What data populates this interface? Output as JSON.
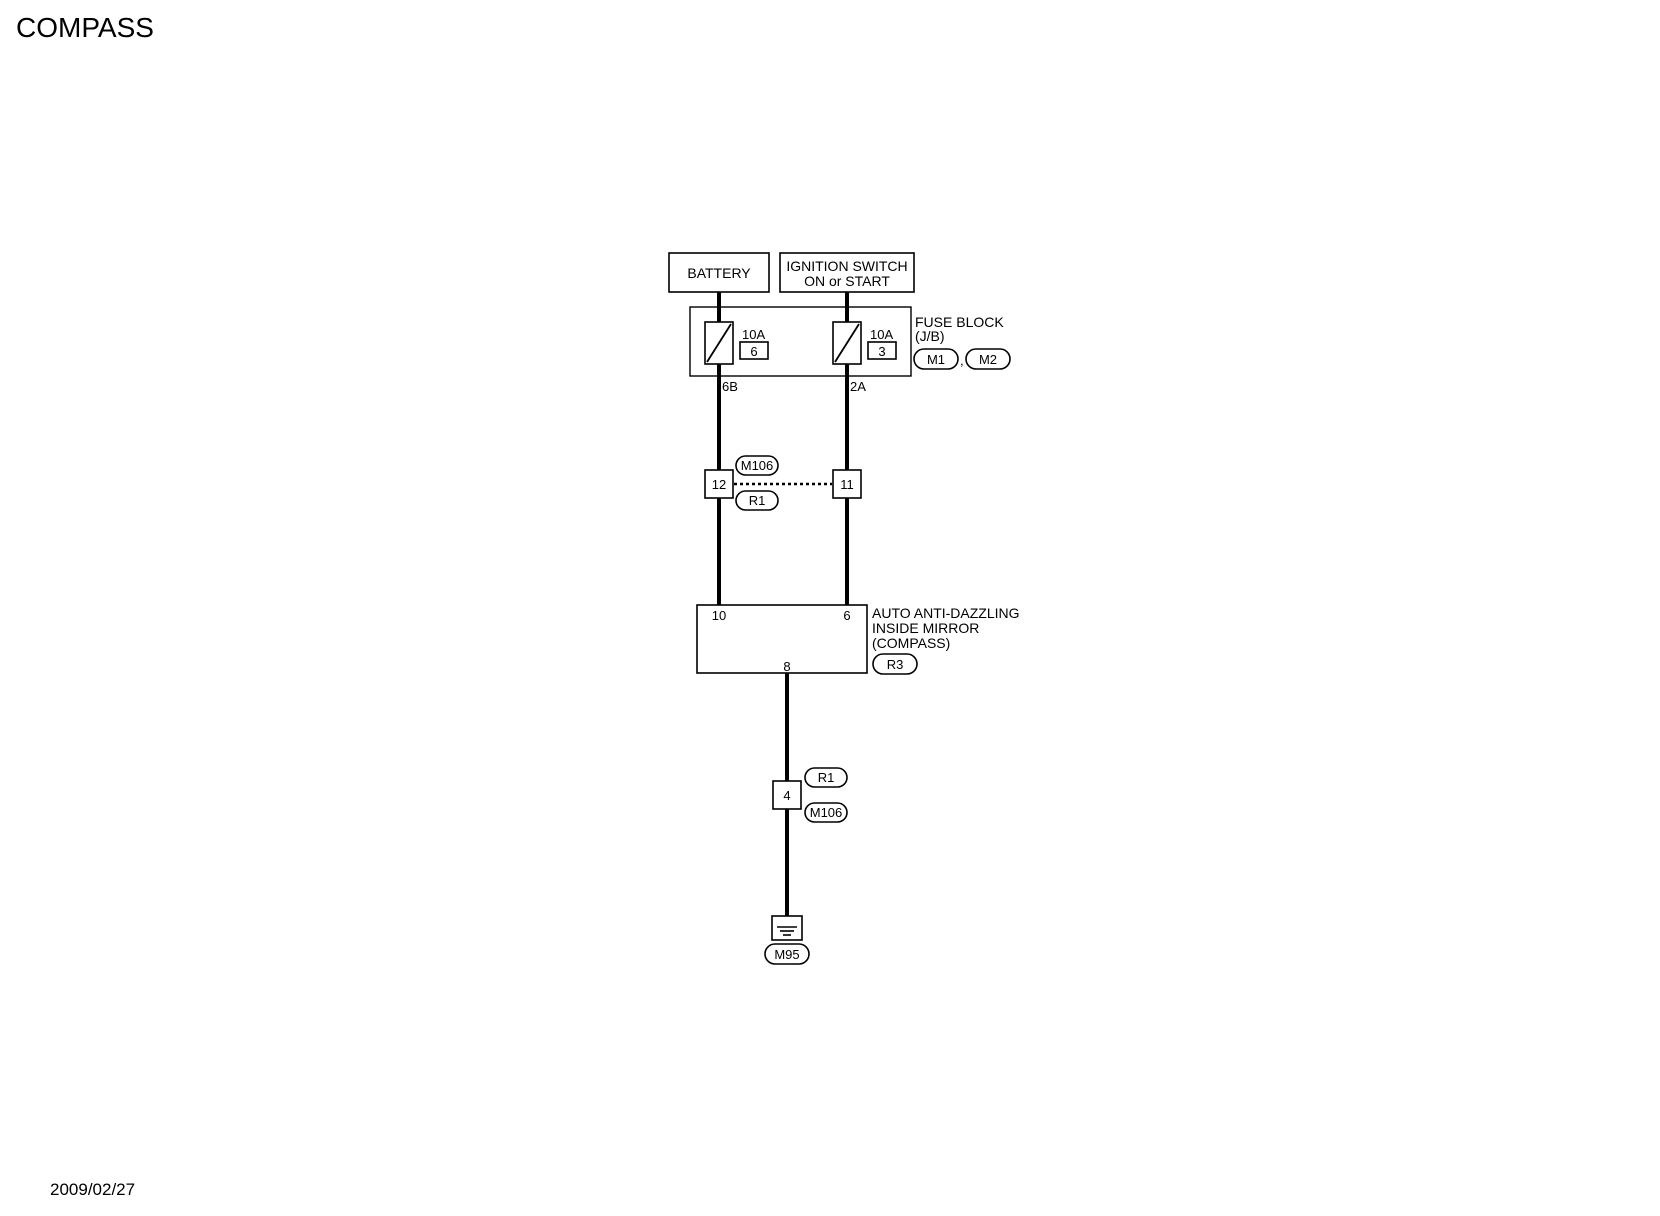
{
  "title": "COMPASS",
  "date": "2009/02/27",
  "colors": {
    "line": "#000000",
    "background": "#ffffff"
  },
  "diagram": {
    "battery": "BATTERY",
    "ignition": {
      "line1": "IGNITION SWITCH",
      "line2": "ON or START"
    },
    "fuse_block": {
      "name": "FUSE BLOCK",
      "sub": "(J/B)",
      "connectors": [
        "M1",
        "M2"
      ],
      "separator": ",",
      "fuses": [
        {
          "rating": "10A",
          "number": "6",
          "terminal": "6B"
        },
        {
          "rating": "10A",
          "number": "3",
          "terminal": "2A"
        }
      ]
    },
    "joint_connector_top": {
      "top": "M106",
      "bottom": "R1",
      "pins": [
        "12",
        "11"
      ]
    },
    "mirror": {
      "line1": "AUTO ANTI-DAZZLING",
      "line2": "INSIDE MIRROR",
      "line3": "(COMPASS)",
      "connector": "R3",
      "pins": {
        "left": "10",
        "right": "6",
        "bottom": "8"
      }
    },
    "joint_connector_bottom": {
      "top": "R1",
      "bottom": "M106",
      "pin": "4"
    },
    "ground": {
      "connector": "M95"
    }
  }
}
